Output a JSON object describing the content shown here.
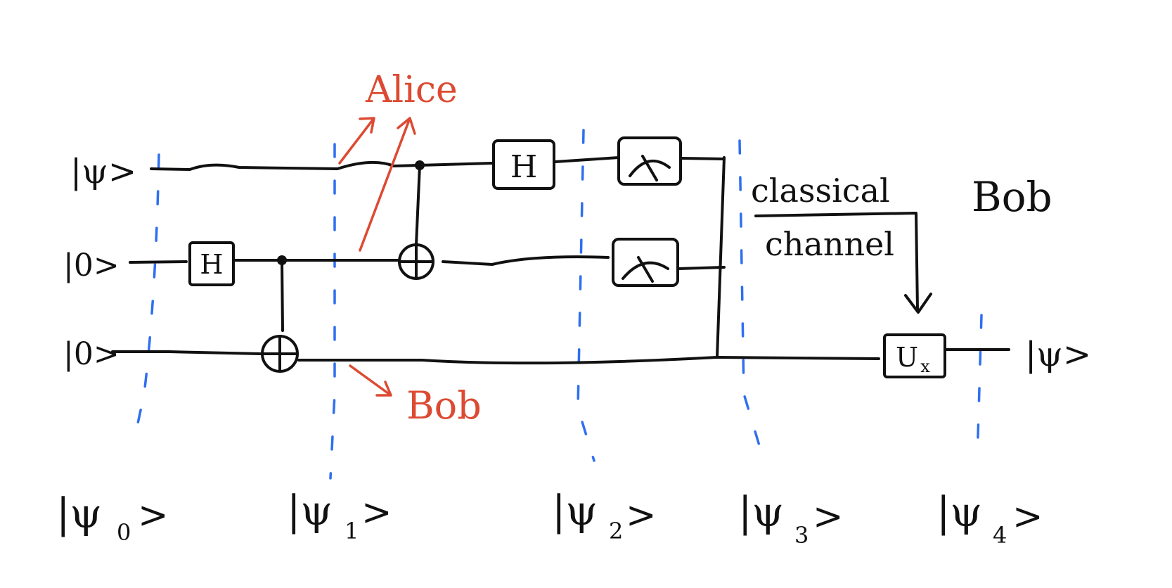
{
  "inputs": {
    "q0": "|ψ>",
    "q1": "|0>",
    "q2": "|0>"
  },
  "output": "|ψ>",
  "gates": {
    "hadamard_q1": "H",
    "hadamard_q0": "H",
    "correction": "U",
    "correction_sub": "x"
  },
  "parties": {
    "alice": "Alice",
    "bob_red": "Bob",
    "bob_black": "Bob"
  },
  "channel": {
    "line1": "classical",
    "line2": "channel"
  },
  "states": [
    {
      "main": "|ψ",
      "sub": "0",
      "close": ">"
    },
    {
      "main": "|ψ",
      "sub": "1",
      "close": ">"
    },
    {
      "main": "|ψ",
      "sub": "2",
      "close": ">"
    },
    {
      "main": "|ψ",
      "sub": "3",
      "close": ">"
    },
    {
      "main": "|ψ",
      "sub": "4",
      "close": ">"
    }
  ],
  "colors": {
    "ink": "#111111",
    "annotation": "#dc4a32",
    "slices": "#2f6ff0"
  }
}
